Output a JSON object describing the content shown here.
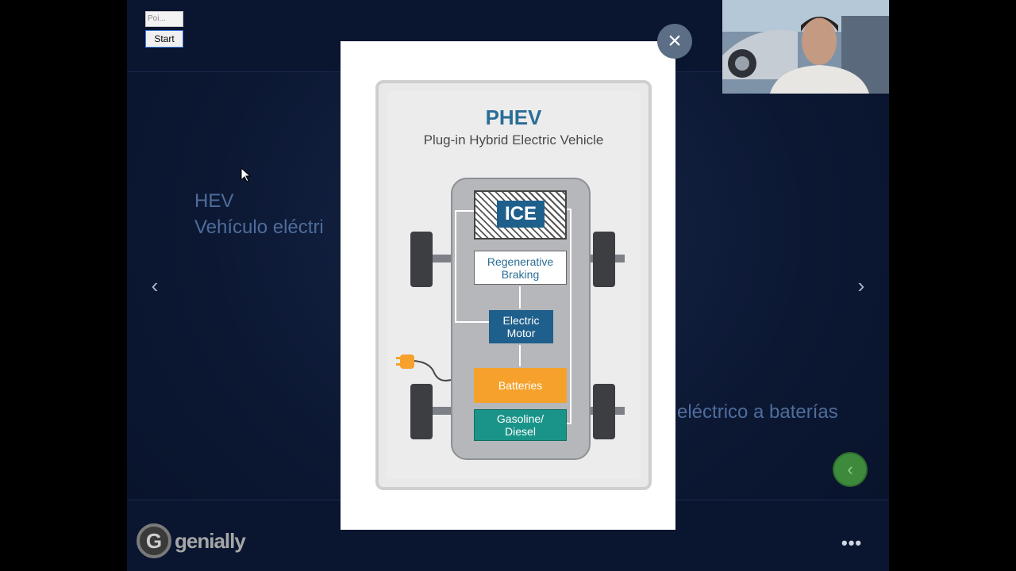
{
  "widget": {
    "field_text": "Poi...",
    "button_label": "Start"
  },
  "slide": {
    "left_title": "HEV",
    "left_subtitle": "Vehículo eléctri",
    "right_text": "eléctrico a baterías",
    "prev_arrow": "‹",
    "next_arrow": "›",
    "back_arrow": "‹"
  },
  "modal": {
    "close_icon": "×",
    "title": "PHEV",
    "subtitle": "Plug-in Hybrid Electric Vehicle",
    "components": {
      "ice": "ICE",
      "regen_line1": "Regenerative",
      "regen_line2": "Braking",
      "motor_line1": "Electric",
      "motor_line2": "Motor",
      "batteries": "Batteries",
      "fuel_line1": "Gasoline/",
      "fuel_line2": "Diesel"
    }
  },
  "footer": {
    "logo_text": "genially",
    "more_label": "•••"
  },
  "colors": {
    "accent_blue": "#1f5f8c",
    "battery_orange": "#f5a12b",
    "fuel_teal": "#1a9488",
    "nav_green": "#3d8a3c",
    "slide_text": "#4f6d9c"
  },
  "icons": {
    "close": "close-icon",
    "prev": "chevron-left-icon",
    "next": "chevron-right-icon",
    "back": "chevron-left-icon",
    "more": "more-horizontal-icon",
    "plug": "plug-icon",
    "cursor": "mouse-cursor-icon"
  }
}
